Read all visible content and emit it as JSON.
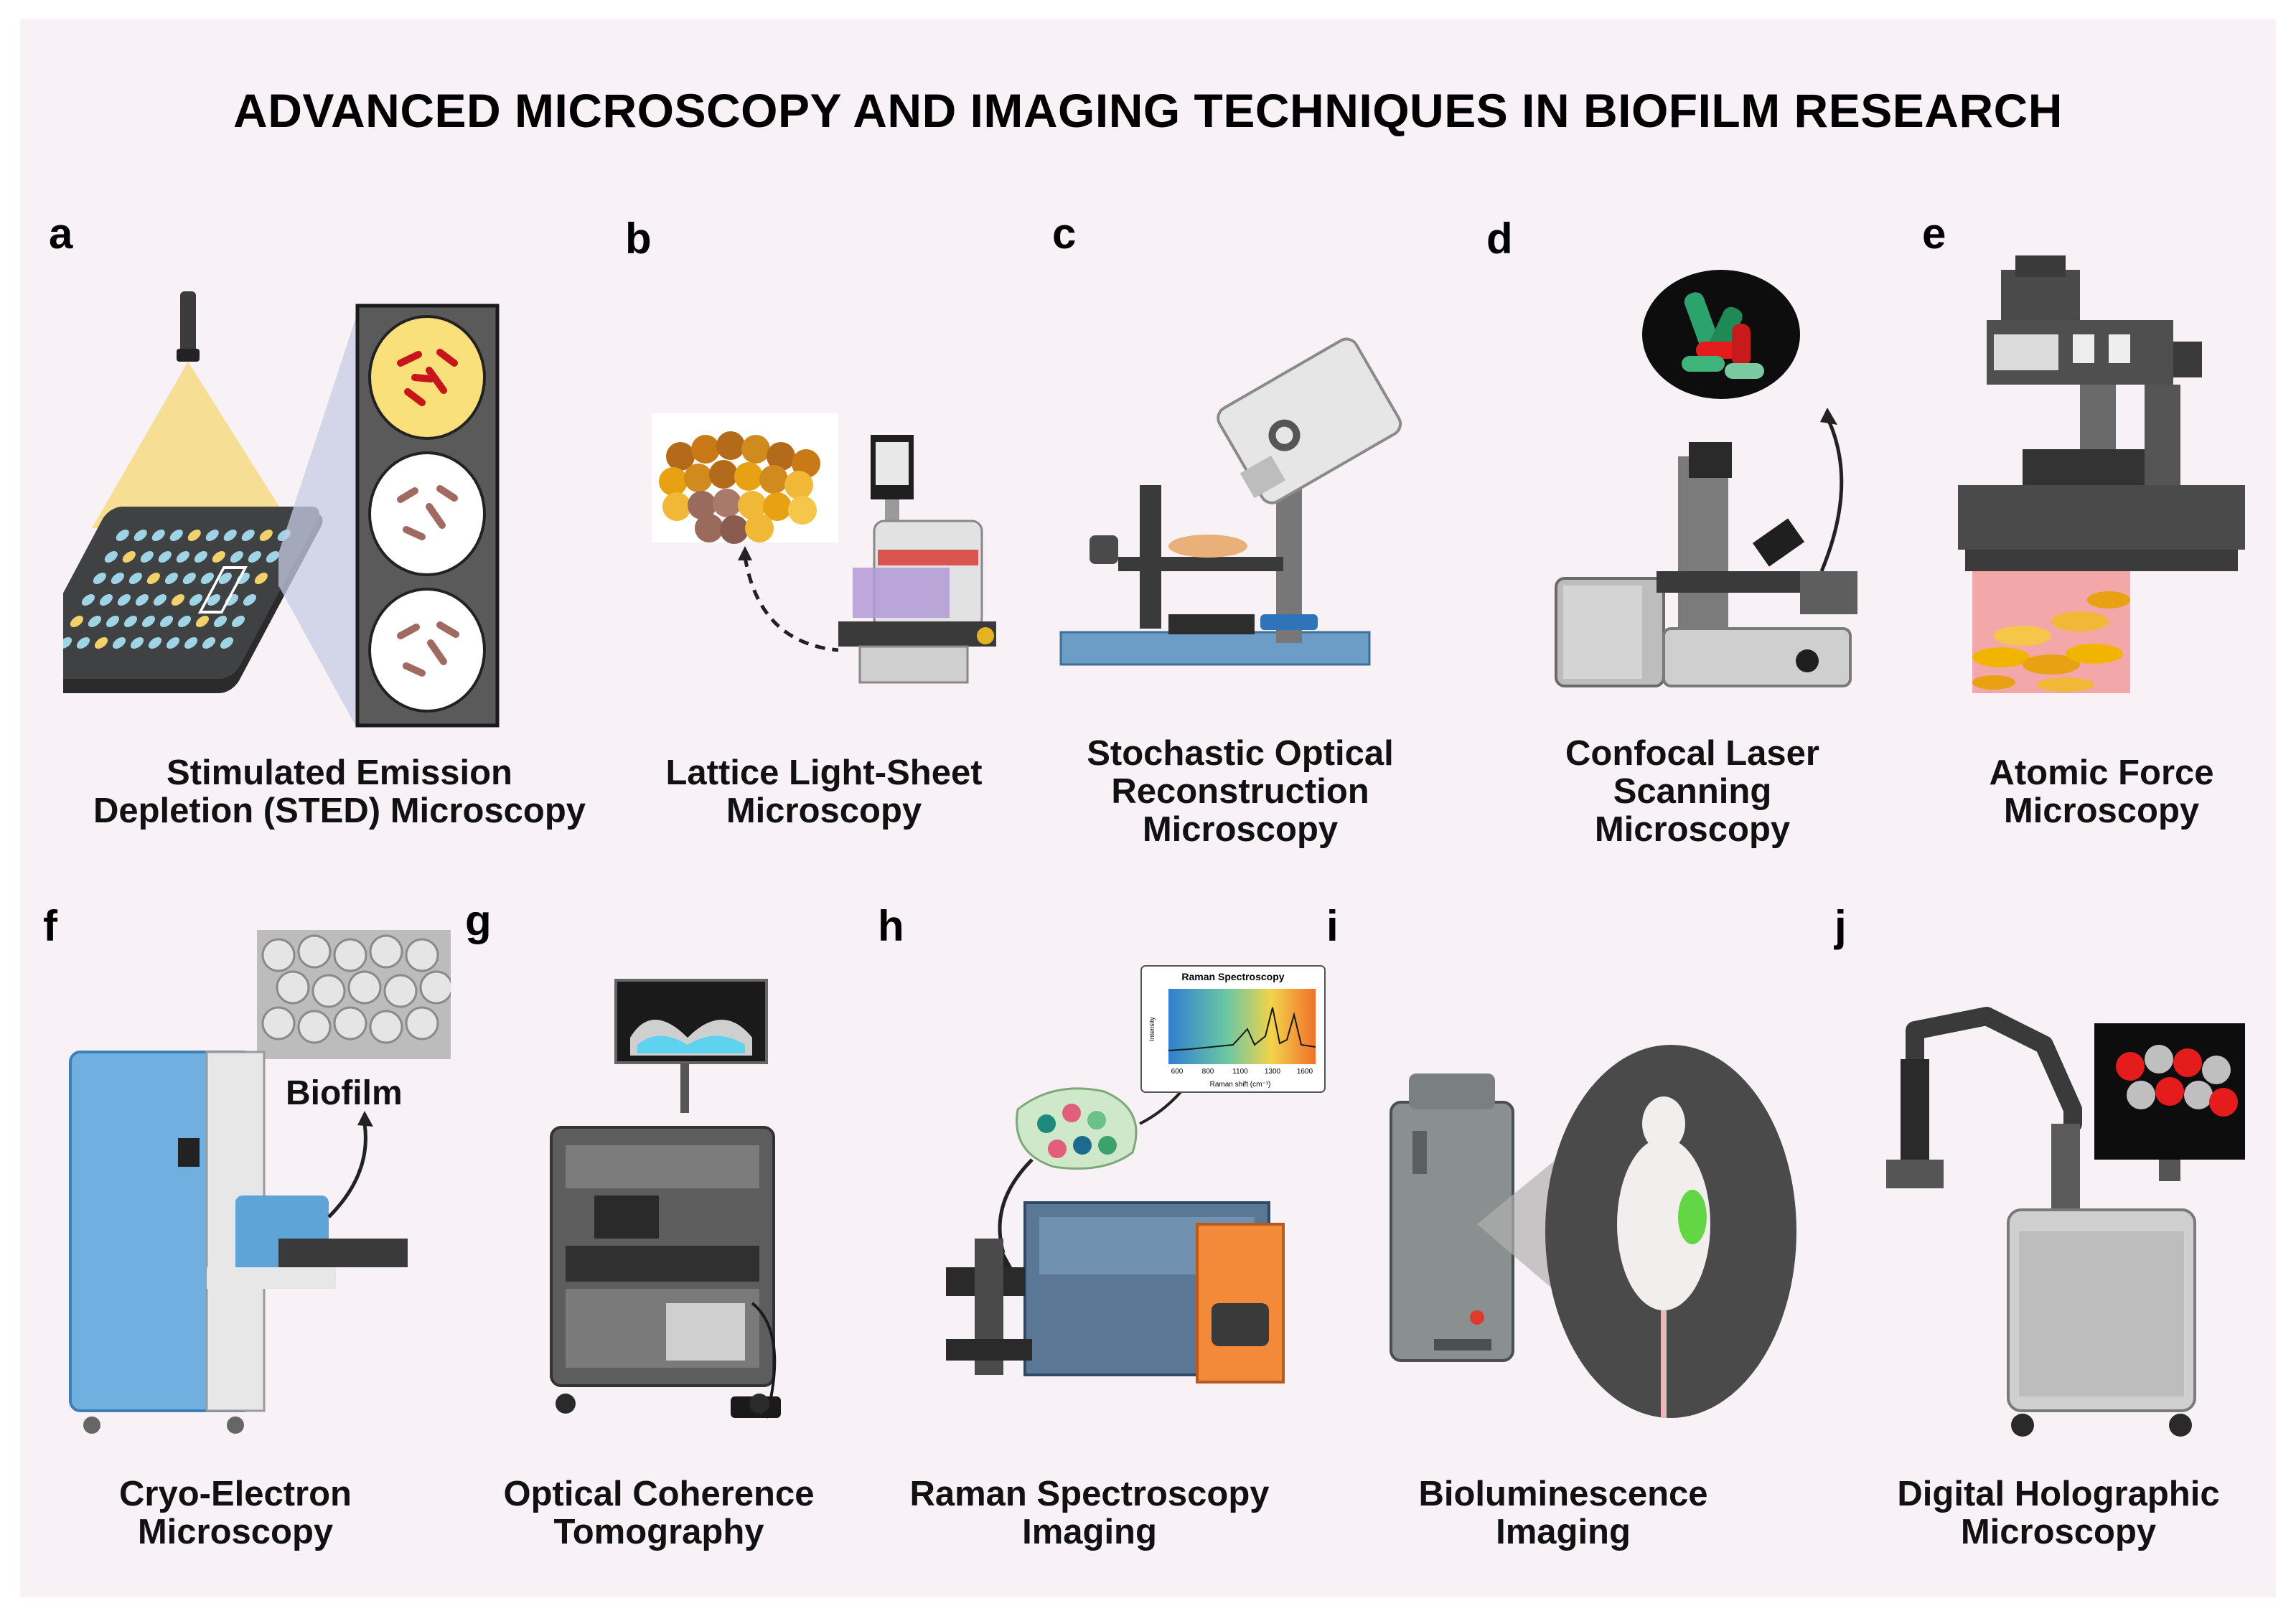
{
  "figure": {
    "title": "ADVANCED MICROSCOPY AND IMAGING TECHNIQUES IN BIOFILM RESEARCH"
  },
  "panels": [
    {
      "letter": "a",
      "caption": "Stimulated Emission\nDepletion (STED) Microscopy"
    },
    {
      "letter": "b",
      "caption": "Lattice Light-Sheet\nMicroscopy"
    },
    {
      "letter": "c",
      "caption": "Stochastic Optical\nReconstruction\nMicroscopy"
    },
    {
      "letter": "d",
      "caption": "Confocal Laser\nScanning\nMicroscopy"
    },
    {
      "letter": "e",
      "caption": "Atomic Force\nMicroscopy"
    },
    {
      "letter": "f",
      "caption": "Cryo-Electron\nMicroscopy"
    },
    {
      "letter": "g",
      "caption": "Optical Coherence\nTomography"
    },
    {
      "letter": "h",
      "caption": "Raman Spectroscopy\nImaging"
    },
    {
      "letter": "i",
      "caption": "Bioluminescence\nImaging"
    },
    {
      "letter": "j",
      "caption": "Digital Holographic\nMicroscopy"
    }
  ],
  "inset_labels": {
    "biofilm": "Biofilm"
  },
  "raman_inset": {
    "title": "Raman Spectroscopy",
    "ylabel": "Intensity",
    "xlabel": "Raman shift (cm⁻¹)",
    "ticks": [
      "600",
      "800",
      "1100",
      "1300",
      "1600"
    ]
  },
  "colors": {
    "background": "#f8f1f5",
    "instrument_gray": "#6b6b6b",
    "plate_blue": "#9fd3e6",
    "bacteria_red": "#c8151b",
    "biofilm_orange": "#e8a112",
    "cryo_blue": "#6fb0e0",
    "raman_orange": "#f28a3a",
    "raman_slate": "#5a7896",
    "glow_green": "#63d646"
  }
}
